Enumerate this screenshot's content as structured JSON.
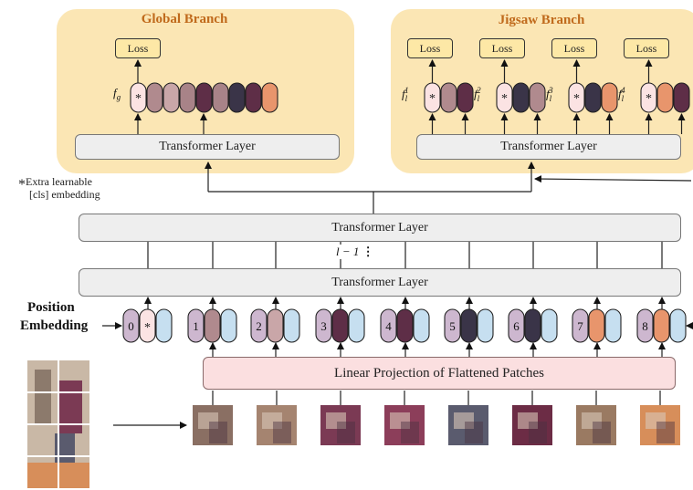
{
  "global_branch": {
    "title": "Global Branch",
    "loss": "Loss",
    "feature_label": "f",
    "feature_sub": "g",
    "transformer": "Transformer Layer",
    "token_colors": [
      "#fbe3e3",
      "#b08a8e",
      "#c9a6a8",
      "#a88388",
      "#5e2e47",
      "#a88388",
      "#3a3448",
      "#5e2e47",
      "#e8956c"
    ]
  },
  "jigsaw_branch": {
    "title": "Jigsaw Branch",
    "transformer": "Transformer Layer",
    "groups": [
      {
        "loss": "Loss",
        "sup": "1",
        "colors": [
          "#fbe3e3",
          "#b08a8e",
          "#5e2e47"
        ]
      },
      {
        "loss": "Loss",
        "sup": "2",
        "colors": [
          "#fbe3e3",
          "#3a3448",
          "#b08a8e"
        ]
      },
      {
        "loss": "Loss",
        "sup": "3",
        "colors": [
          "#fbe3e3",
          "#3a3448",
          "#e8956c"
        ]
      },
      {
        "loss": "Loss",
        "sup": "4",
        "colors": [
          "#fbe3e3",
          "#e8956c",
          "#5e2e47"
        ]
      }
    ]
  },
  "note": {
    "star": "*",
    "line1": "Extra learnable",
    "line2": "[cls] embedding"
  },
  "backbone": {
    "top_layer": "Transformer Layer",
    "bottom_layer": "Transformer Layer",
    "depth_label": "l − 1"
  },
  "position_embedding": {
    "line1": "Position",
    "line2": "Embedding"
  },
  "tokens": [
    {
      "index": "0",
      "star": "*",
      "mid_color": "#fbe3e3"
    },
    {
      "index": "1",
      "mid_color": "#b08a8e"
    },
    {
      "index": "2",
      "mid_color": "#c9a6a8"
    },
    {
      "index": "3",
      "mid_color": "#5e2e47"
    },
    {
      "index": "4",
      "mid_color": "#5e2e47"
    },
    {
      "index": "5",
      "mid_color": "#3a3448"
    },
    {
      "index": "6",
      "mid_color": "#3a3448"
    },
    {
      "index": "7",
      "mid_color": "#e8956c"
    },
    {
      "index": "8",
      "mid_color": "#e8956c"
    }
  ],
  "colors": {
    "pos_embed": "#cdb7cf",
    "patch_embed": "#c6dff0",
    "branch_bg": "#fbe6b4",
    "title": "#c06a1c"
  },
  "linear_projection": "Linear Projection of Flattened Patches",
  "patch_colors": [
    "#8a6f63",
    "#a58470",
    "#7b3a54",
    "#8c3e5a",
    "#5a5b6e",
    "#6c2c45",
    "#9a7a62",
    "#d78e5a"
  ]
}
